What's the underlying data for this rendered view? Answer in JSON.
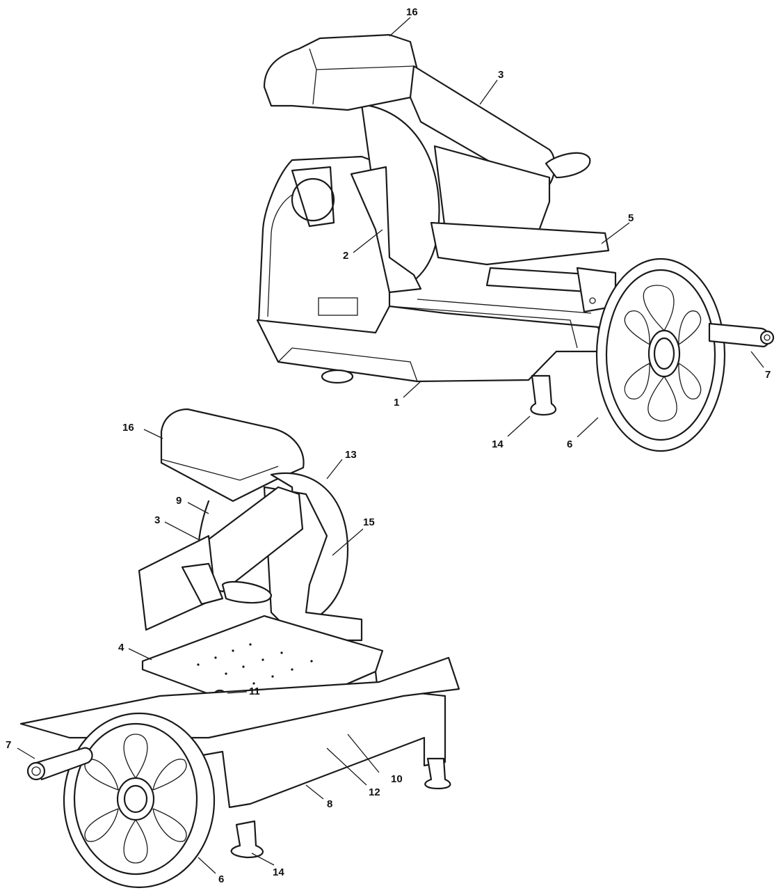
{
  "figure": {
    "views": [
      {
        "name": "upper-view",
        "callouts": [
          "16",
          "3",
          "5",
          "2",
          "1",
          "7",
          "14",
          "6"
        ]
      },
      {
        "name": "lower-view",
        "callouts": [
          "16",
          "13",
          "9",
          "3",
          "15",
          "4",
          "11",
          "7",
          "10",
          "12",
          "8",
          "14",
          "6"
        ]
      }
    ]
  }
}
